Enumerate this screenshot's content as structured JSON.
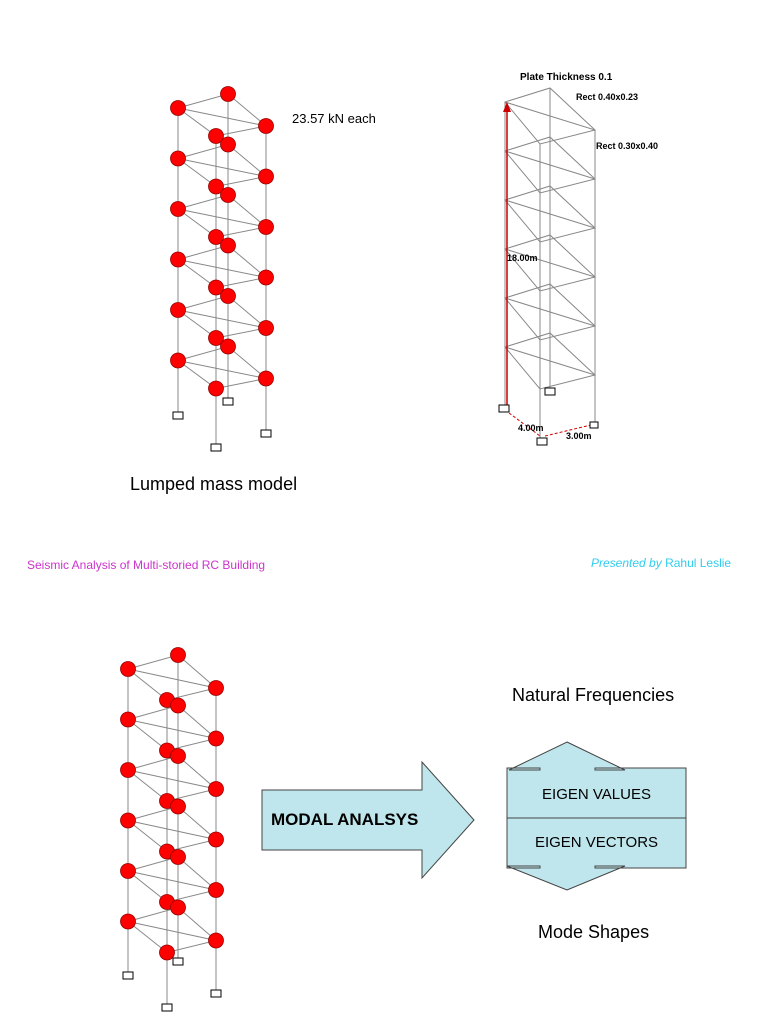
{
  "slide1": {
    "mass_label": "23.57 kN each",
    "caption": "Lumped mass model",
    "plate_thickness": "Plate Thickness 0.1",
    "rect_beam": "Rect 0.40x0.23",
    "rect_col": "Rect 0.30x0.40",
    "height_dim": "18.00m",
    "width_dim1": "4.00m",
    "width_dim2": "3.00m"
  },
  "footer": {
    "left_text": "Seismic Analysis of Multi-storied RC Building",
    "presented_prefix": "Presented by",
    "presenter": "Rahul Leslie"
  },
  "slide2": {
    "arrow_label": "MODAL ANALSYS",
    "top_label": "Natural Frequencies",
    "box_top": "EIGEN VALUES",
    "box_bottom": "EIGEN VECTORS",
    "bottom_label": "Mode Shapes"
  },
  "colors": {
    "mass": "#ff0000",
    "footer_left": "#cc33cc",
    "footer_right": "#33ccee",
    "arrow_fill": "#bfe6ec",
    "height_line": "#cc0000"
  }
}
